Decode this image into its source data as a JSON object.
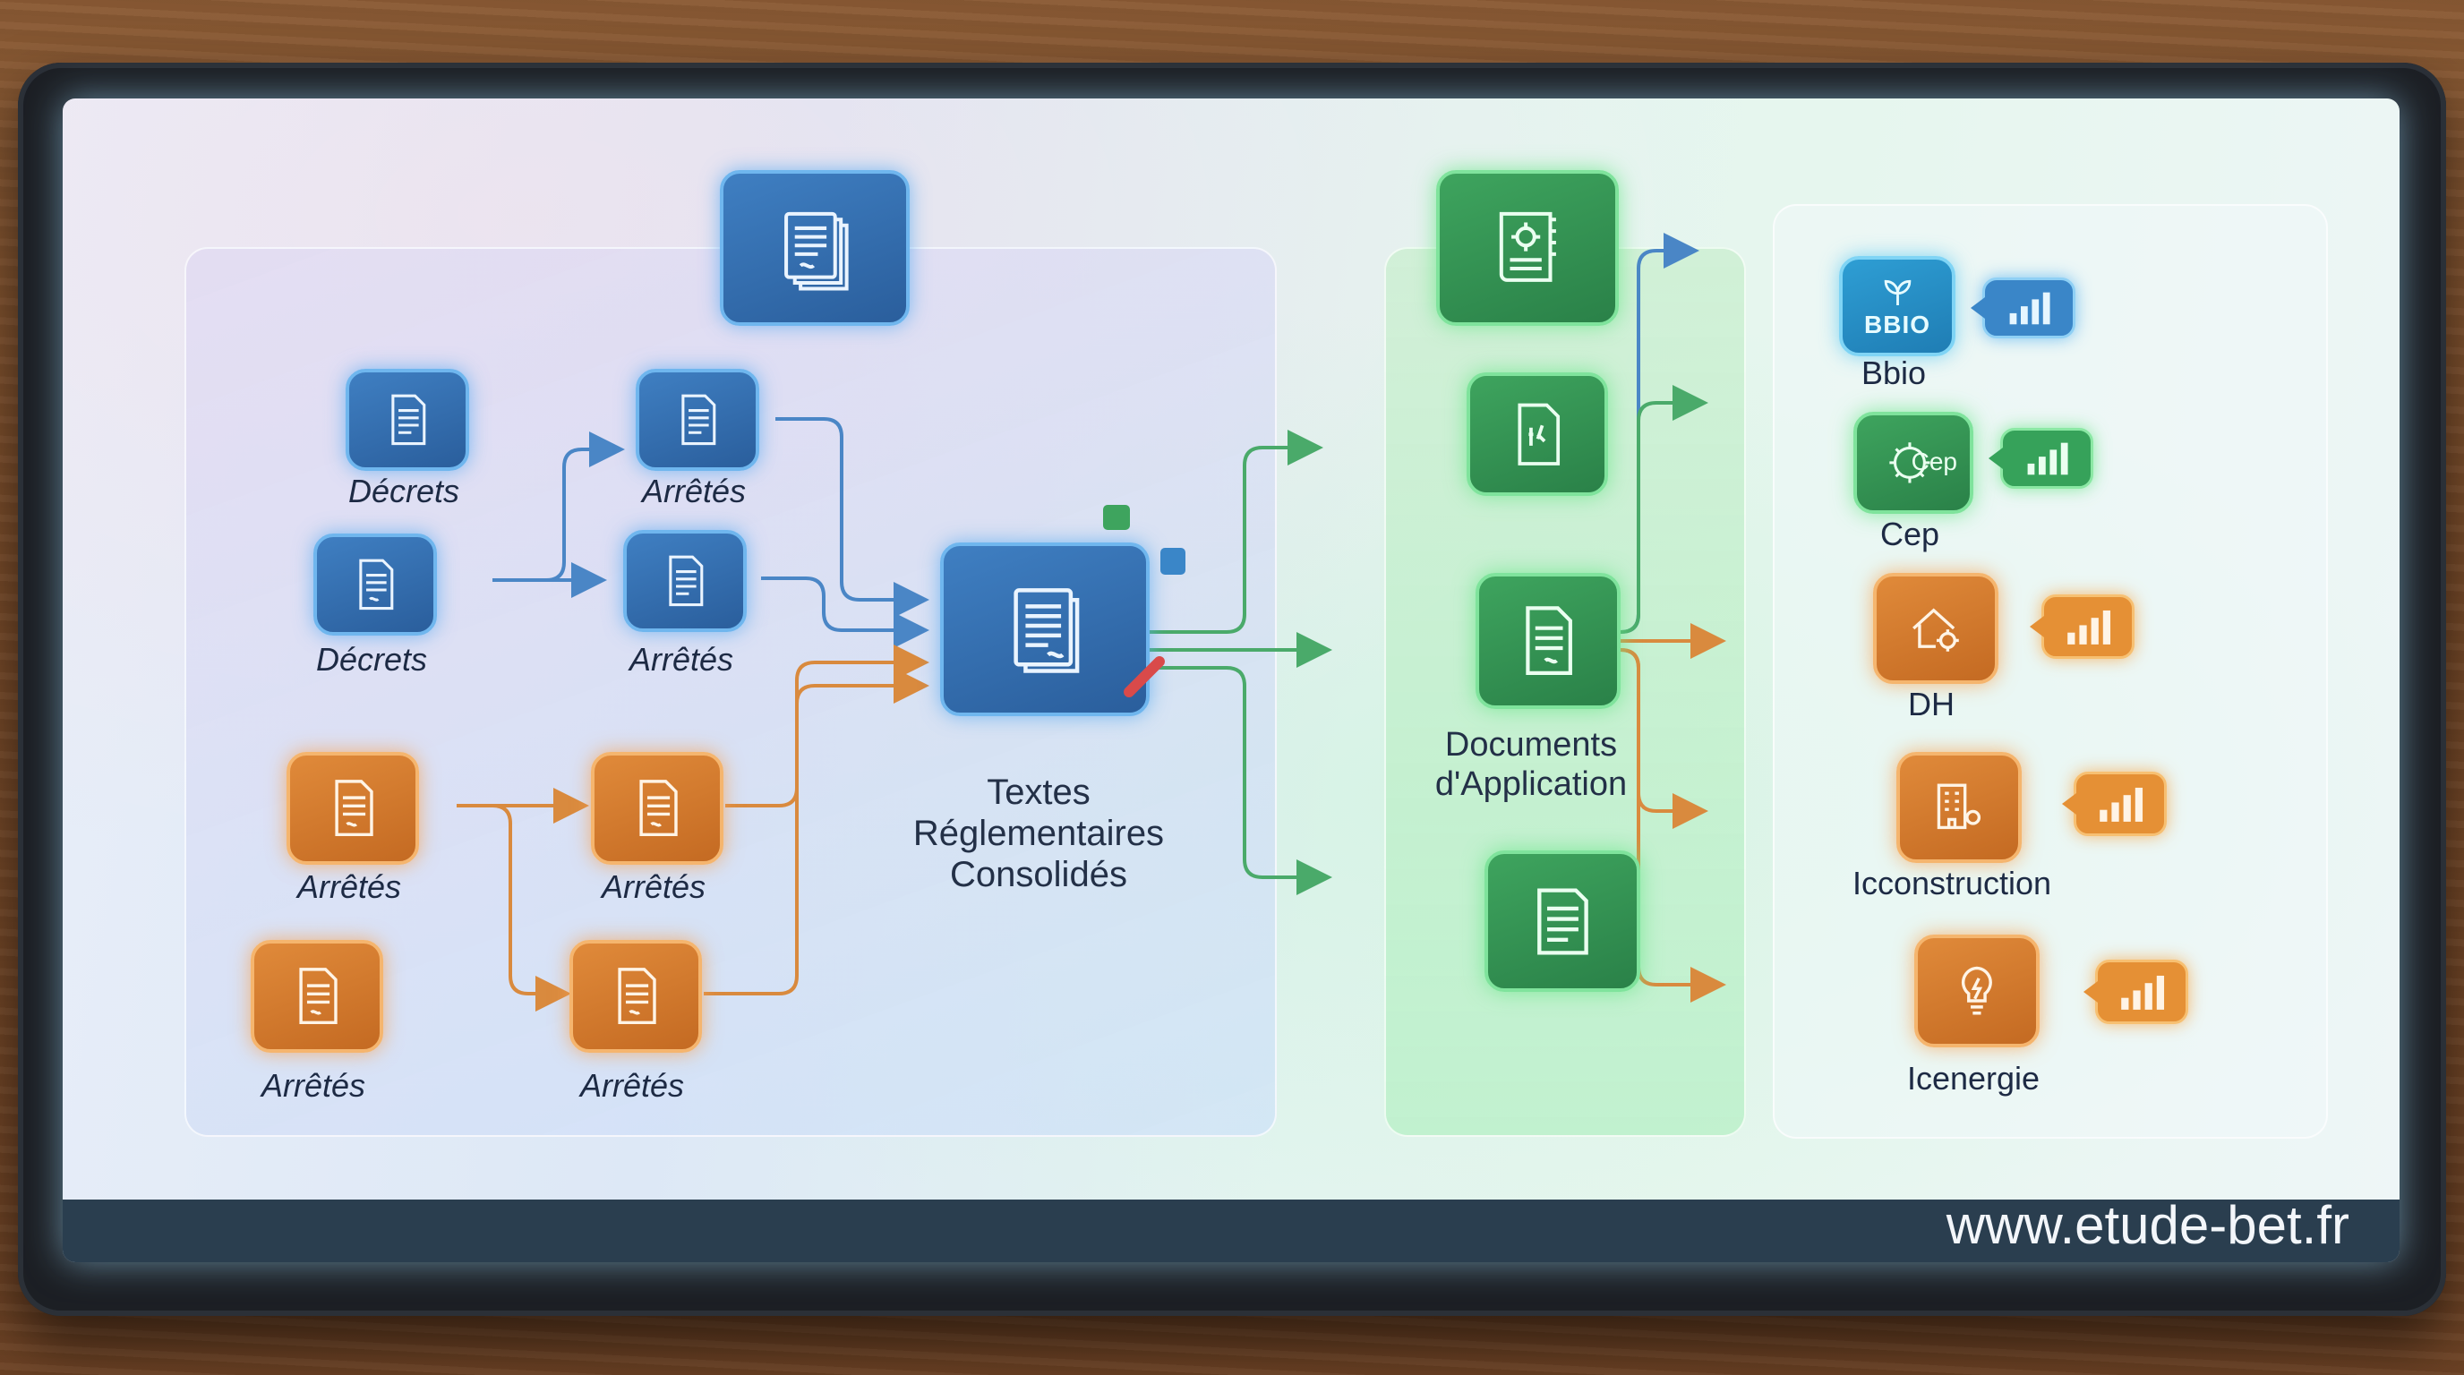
{
  "left_group": {
    "top_row": [
      {
        "label": "Décrets"
      },
      {
        "label": "Arrêtés"
      }
    ],
    "second_row": [
      {
        "label": "Décrets"
      },
      {
        "label": "Arrêtés"
      }
    ],
    "orange_row1": [
      {
        "label": "Arrêtés"
      },
      {
        "label": "Arrêtés"
      }
    ],
    "orange_row2": [
      {
        "label": "Arrêtés"
      },
      {
        "label": "Arrêtés"
      }
    ]
  },
  "center": {
    "line1": "Textes",
    "line2": "Réglementaires",
    "line3": "Consolidés"
  },
  "documents": {
    "line1": "Documents",
    "line2": "d'Application"
  },
  "outputs": [
    {
      "label": "Bbio",
      "icon_text": "BBIO"
    },
    {
      "label": "Cep",
      "icon_text": "Cep"
    },
    {
      "label": "DH"
    },
    {
      "label": "Icconstruction"
    },
    {
      "label": "Icenergie"
    }
  ],
  "footer": {
    "url": "www.etude-bet.fr"
  },
  "colors": {
    "blue": "#2a5e9c",
    "orange": "#c46a22",
    "green": "#2a8148",
    "teal": "#1f7db4"
  }
}
